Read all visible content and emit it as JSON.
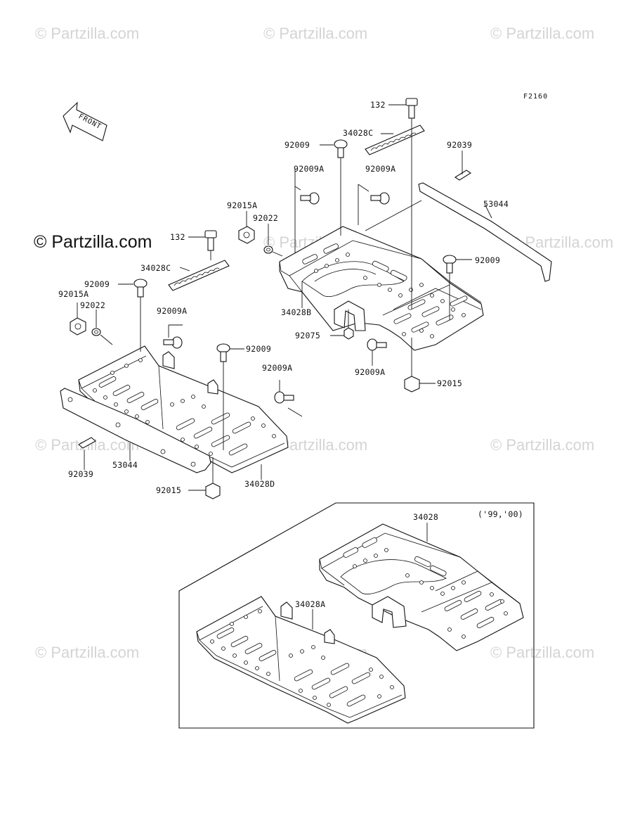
{
  "watermarks": {
    "text": "© Partzilla.com",
    "prominent": "© Partzilla.com"
  },
  "diagram_code": "F2160",
  "front_label": "FRONT",
  "year_note": "('99,'00)",
  "callouts": {
    "c132_top": "132",
    "c34028C_top": "34028C",
    "c92009_top": "92009",
    "c92039_top": "92039",
    "c92009A_t1": "92009A",
    "c92009A_t2": "92009A",
    "c53044_top": "53044",
    "c92015A_top": "92015A",
    "c92022_top": "92022",
    "c92009_r": "92009",
    "c34028B": "34028B",
    "c92075": "92075",
    "c92009A_r": "92009A",
    "c92015_r": "92015",
    "c132_left": "132",
    "c34028C_left": "34028C",
    "c92009_left": "92009",
    "c92015A_left": "92015A",
    "c92022_left": "92022",
    "c92009A_l1": "92009A",
    "c92009_l2": "92009",
    "c92009A_l2": "92009A",
    "c92039_left": "92039",
    "c53044_left": "53044",
    "c34028D": "34028D",
    "c92015_left": "92015",
    "c34028": "34028",
    "c34028A": "34028A"
  }
}
